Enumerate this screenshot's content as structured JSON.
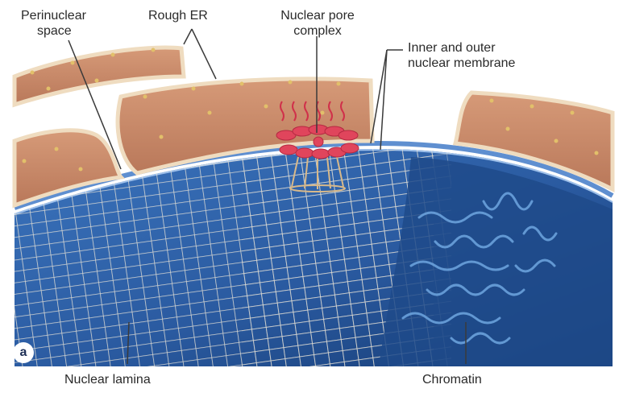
{
  "labels": {
    "perinuclear_space": [
      "Perinuclear",
      "space"
    ],
    "rough_er": "Rough ER",
    "nuclear_pore_complex": [
      "Nuclear pore",
      "complex"
    ],
    "inner_outer_membrane": [
      "Inner and outer",
      "nuclear membrane"
    ],
    "nuclear_lamina": "Nuclear lamina",
    "chromatin": "Chromatin"
  },
  "panel_letter": "a",
  "colors": {
    "er_fill": "#c98a6a",
    "er_membrane": "#e8d2b4",
    "ribosome": "#d9b45a",
    "nucleus_blue": "#2e5fa6",
    "nucleus_dark": "#1b3f7a",
    "lamina": "#e9e4d8",
    "pore_red": "#e0455c"
  }
}
